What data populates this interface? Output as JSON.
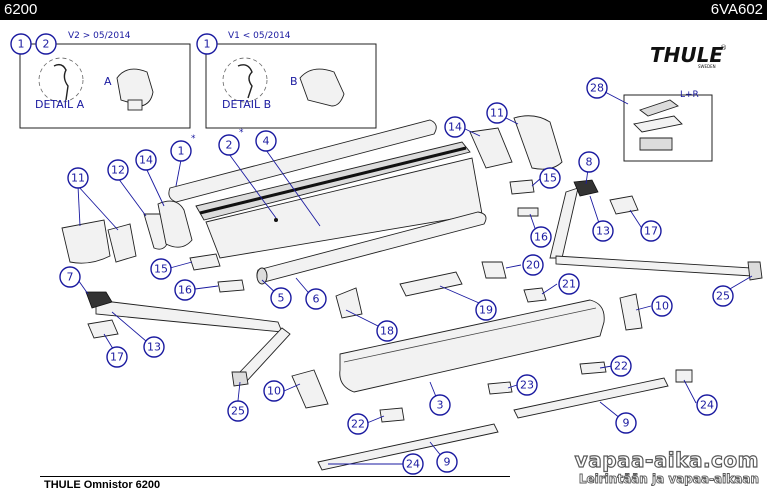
{
  "header": {
    "left": "6200",
    "right": "6VA602"
  },
  "brand": {
    "logo_text": "THULE",
    "logo_sub": "SWEDEN",
    "registered": "®"
  },
  "detail_boxes": [
    {
      "version_text": "V2 > 05/2014",
      "callouts": [
        "1",
        "2"
      ],
      "detail_label": "DETAIL A",
      "letter": "A"
    },
    {
      "version_text": "V1 < 05/2014",
      "callouts": [
        "1"
      ],
      "detail_label": "DETAIL B",
      "letter": "B"
    }
  ],
  "inset_28": {
    "callout": "28",
    "note": "L+R"
  },
  "asterisk": "*",
  "callouts": [
    "1",
    "2",
    "4",
    "14",
    "11",
    "15",
    "8",
    "12",
    "14",
    "11",
    "16",
    "13",
    "17",
    "15",
    "20",
    "16",
    "21",
    "7",
    "5",
    "6",
    "19",
    "25",
    "10",
    "18",
    "13",
    "17",
    "10",
    "22",
    "3",
    "23",
    "25",
    "9",
    "24",
    "22",
    "24",
    "9"
  ],
  "footer": {
    "title": "THULE Omnistor 6200"
  },
  "watermark": {
    "site": "vapaa-aika.com",
    "tagline": "Leirintään ja vapaa-aikaan"
  }
}
